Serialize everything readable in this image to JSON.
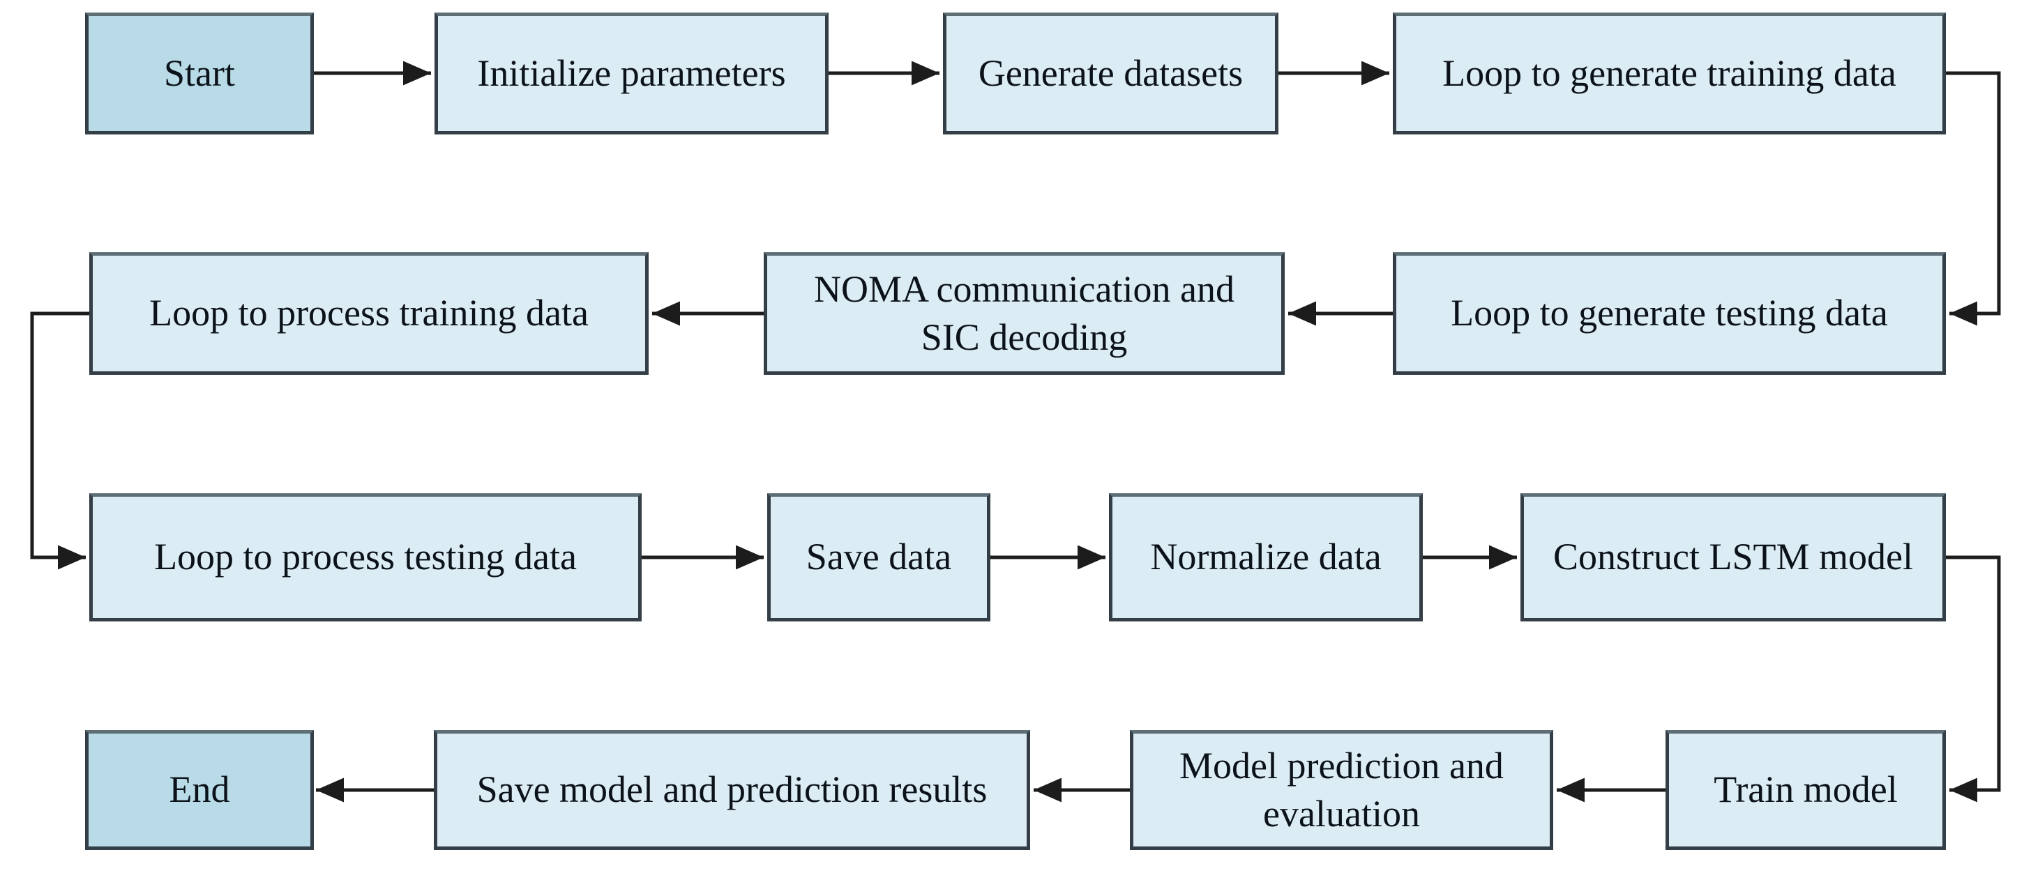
{
  "colors": {
    "background": "#ffffff",
    "process_fill": "#dcecf4",
    "terminal_fill": "#b9dbe7",
    "border": "#333e46",
    "arrow": "#1c1c1c",
    "text": "#0c1219"
  },
  "nodes": {
    "start": {
      "label": "Start",
      "type": "terminal"
    },
    "init_params": {
      "label": "Initialize parameters",
      "type": "process"
    },
    "gen_datasets": {
      "label": "Generate datasets",
      "type": "process"
    },
    "loop_gen_train": {
      "label": "Loop to generate training data",
      "type": "process"
    },
    "loop_gen_test": {
      "label": "Loop to generate testing data",
      "type": "process"
    },
    "noma_sic": {
      "label": "NOMA communication and\nSIC decoding",
      "type": "process"
    },
    "loop_proc_train": {
      "label": "Loop to process training data",
      "type": "process"
    },
    "loop_proc_test": {
      "label": "Loop to process testing data",
      "type": "process"
    },
    "save_data": {
      "label": "Save data",
      "type": "process"
    },
    "normalize_data": {
      "label": "Normalize data",
      "type": "process"
    },
    "construct_lstm": {
      "label": "Construct LSTM model",
      "type": "process"
    },
    "train_model": {
      "label": "Train model",
      "type": "process"
    },
    "model_pred_eval": {
      "label": "Model prediction and\nevaluation",
      "type": "process"
    },
    "save_model_results": {
      "label": "Save model and prediction results",
      "type": "process"
    },
    "end": {
      "label": "End",
      "type": "terminal"
    }
  },
  "edges": [
    {
      "from": "start",
      "to": "init_params"
    },
    {
      "from": "init_params",
      "to": "gen_datasets"
    },
    {
      "from": "gen_datasets",
      "to": "loop_gen_train"
    },
    {
      "from": "loop_gen_train",
      "to": "loop_gen_test"
    },
    {
      "from": "loop_gen_test",
      "to": "noma_sic"
    },
    {
      "from": "noma_sic",
      "to": "loop_proc_train"
    },
    {
      "from": "loop_proc_train",
      "to": "loop_proc_test"
    },
    {
      "from": "loop_proc_test",
      "to": "save_data"
    },
    {
      "from": "save_data",
      "to": "normalize_data"
    },
    {
      "from": "normalize_data",
      "to": "construct_lstm"
    },
    {
      "from": "construct_lstm",
      "to": "train_model"
    },
    {
      "from": "train_model",
      "to": "model_pred_eval"
    },
    {
      "from": "model_pred_eval",
      "to": "save_model_results"
    },
    {
      "from": "save_model_results",
      "to": "end"
    }
  ]
}
